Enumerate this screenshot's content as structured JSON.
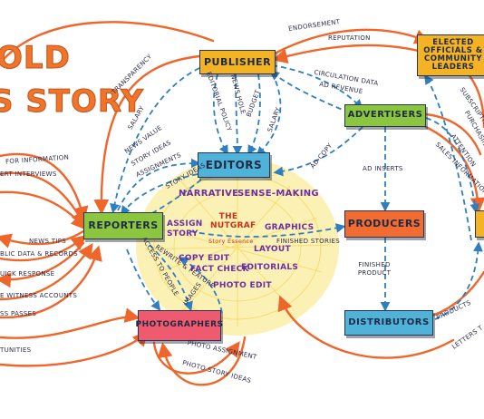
{
  "title": {
    "line1": "OLD",
    "line2": "S STORY"
  },
  "nodes": {
    "publisher": "PUBLISHER",
    "editors": "EDITORS",
    "reporters": "REPORTERS",
    "advertisers": "ADVERTISERS",
    "producers": "PRODUCERS",
    "distributors": "DISTRIBUTORS",
    "photographers": "PHOTOGRAPHERS",
    "elected_officials": "ELECTED OFFICIALS & COMMUNITY LEADERS"
  },
  "center": {
    "narrative": "NARRATIVE",
    "sense_making": "SENSE-MAKING",
    "assign_story": "ASSIGN STORY",
    "nutgraf": "THE NUTGRAF",
    "story_essence": "Story Essence",
    "graphics": "GRAPHICS",
    "layout": "LAYOUT",
    "copy_edit": "COPY EDIT",
    "fact_check": "FACT CHECK",
    "editorials": "EDITORIALS",
    "photo_edit": "PHOTO EDIT"
  },
  "edge_labels": {
    "endorsement": "ENDORSEMENT",
    "reputation": "REPUTATION",
    "transparency": "TRANSPARENCY",
    "circulation_data": "CIRCULATION DATA",
    "ad_revenue": "AD REVENUE",
    "salary": "SALARY",
    "editorial_policy": "EDITORIAL POLICY",
    "news_hole": "NEWS HOLE",
    "budget": "BUDGET",
    "salary2": "SALARY",
    "news_value": "NEWS VALUE",
    "story_ideas": "STORY IDEAS",
    "assignments": "ASSIGNMENTS",
    "story_ideas2": "STORY IDEAS",
    "ad_copy": "AD COPY",
    "ad_inserts": "AD INSERTS",
    "sales_information": "SALES INFORMATION",
    "attention": "ATTENTION",
    "subscriptions": "SUBSCRIPTIONS",
    "purchasing": "PURCHASING",
    "finished_stories": "FINISHED STORIES",
    "finished_product": "FINISHED PRODUCT",
    "products": "PRODUCTS",
    "letters_to": "LETTERS T",
    "for_information": "FOR INFORMATION",
    "expert_interviews": "ERT INTERVIEWS",
    "news_tips": "NEWS TIPS",
    "public_data": "BLIC DATA & RECORDS",
    "quick_response": "UICK RESPONSE",
    "witness_accounts": "E WITNESS ACCOUNTS",
    "press_passes": "SS PASSES",
    "opportunities": "TUNITIES",
    "photo_assignment": "PHOTO ASSIGNMENT",
    "photo_story_ideas": "PHOTO STORY IDEAS",
    "images": "IMAGES",
    "access_to_people": "ACCESS TO PEOPLE",
    "rewrite_feature": "REWRITE & FEATURE"
  },
  "colors": {
    "orange": "#f0652a",
    "blue_dash": "#2f7fc0",
    "yellow_box": "#f4b323",
    "green_box": "#8cc63f",
    "blue_box": "#4fb3d9",
    "orange_box": "#f26b31",
    "pink_box": "#f05a6e",
    "sun": "#f7e27a"
  }
}
